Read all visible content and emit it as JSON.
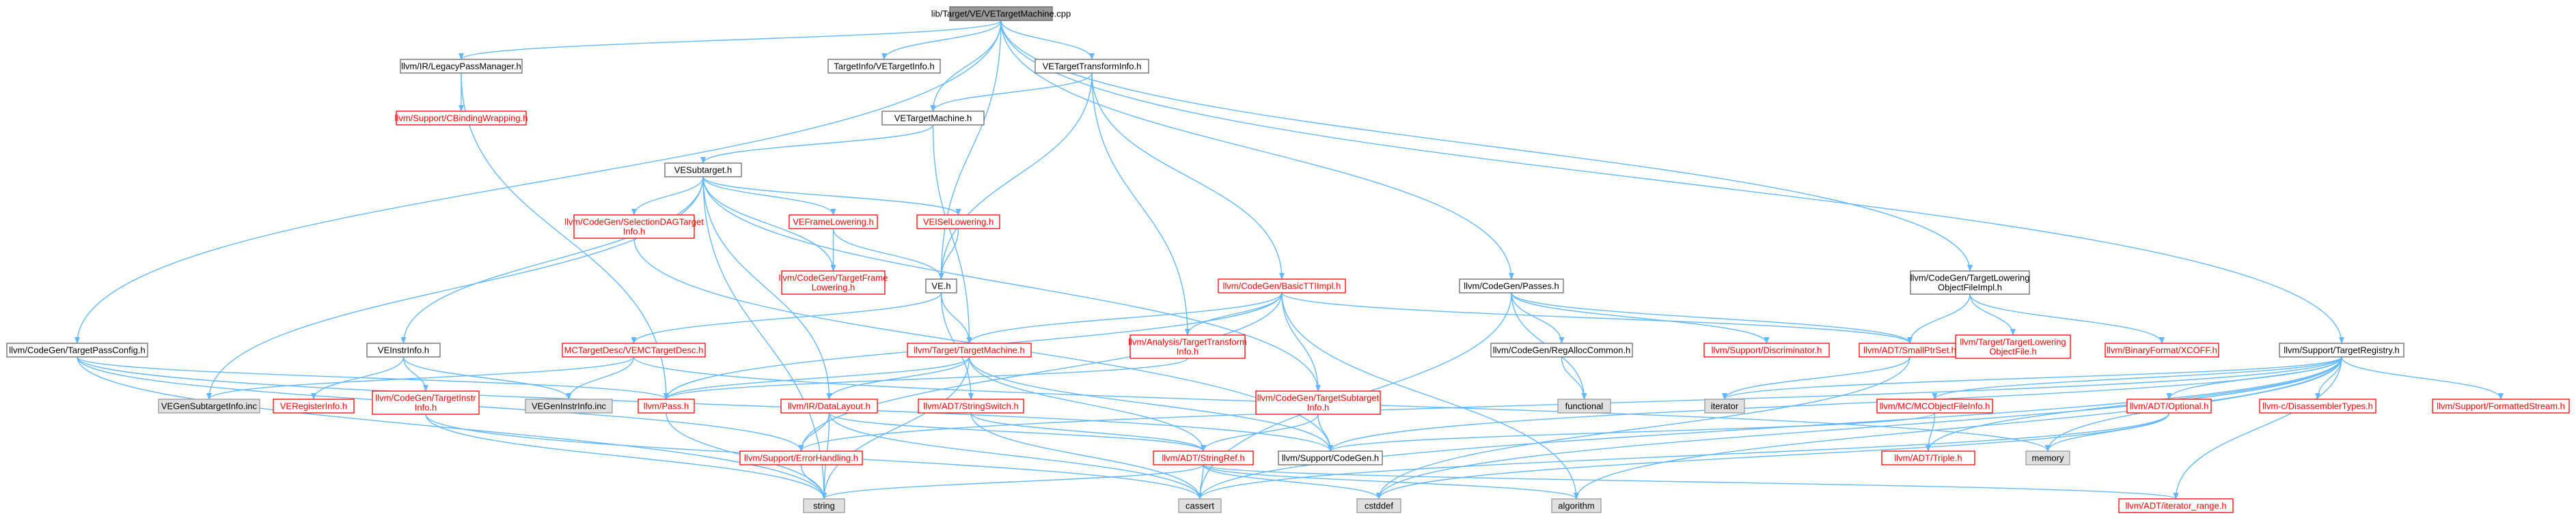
{
  "nodes": [
    {
      "id": "n0",
      "label": [
        "lib/Target/VE/VETargetMachine.cpp"
      ],
      "kind": "root"
    },
    {
      "id": "n1",
      "label": [
        "llvm/IR/LegacyPassManager.h"
      ],
      "kind": "normal"
    },
    {
      "id": "n2",
      "label": [
        "TargetInfo/VETargetInfo.h"
      ],
      "kind": "normal"
    },
    {
      "id": "n3",
      "label": [
        "VETargetTransformInfo.h"
      ],
      "kind": "normal"
    },
    {
      "id": "n4",
      "label": [
        "llvm/Support/CBindingWrapping.h"
      ],
      "kind": "red"
    },
    {
      "id": "n5",
      "label": [
        "VETargetMachine.h"
      ],
      "kind": "normal"
    },
    {
      "id": "n6",
      "label": [
        "VESubtarget.h"
      ],
      "kind": "normal"
    },
    {
      "id": "n7",
      "label": [
        "llvm/CodeGen/SelectionDAGTarget",
        "Info.h"
      ],
      "kind": "red"
    },
    {
      "id": "n8",
      "label": [
        "VEFrameLowering.h"
      ],
      "kind": "red"
    },
    {
      "id": "n9",
      "label": [
        "VEISelLowering.h"
      ],
      "kind": "red"
    },
    {
      "id": "n10",
      "label": [
        "llvm/CodeGen/TargetFrame",
        "Lowering.h"
      ],
      "kind": "red"
    },
    {
      "id": "n11",
      "label": [
        "VE.h"
      ],
      "kind": "normal"
    },
    {
      "id": "n12",
      "label": [
        "llvm/CodeGen/BasicTTIImpl.h"
      ],
      "kind": "red"
    },
    {
      "id": "n13",
      "label": [
        "llvm/Analysis/TargetTransform",
        "Info.h"
      ],
      "kind": "red"
    },
    {
      "id": "n14",
      "label": [
        "llvm/CodeGen/Passes.h"
      ],
      "kind": "normal"
    },
    {
      "id": "n15",
      "label": [
        "llvm/CodeGen/RegAllocCommon.h"
      ],
      "kind": "normal"
    },
    {
      "id": "n16",
      "label": [
        "llvm/Support/Discriminator.h"
      ],
      "kind": "red"
    },
    {
      "id": "n17",
      "label": [
        "llvm/ADT/SmallPtrSet.h"
      ],
      "kind": "red"
    },
    {
      "id": "n18",
      "label": [
        "llvm/CodeGen/TargetLowering",
        "ObjectFileImpl.h"
      ],
      "kind": "normal"
    },
    {
      "id": "n19",
      "label": [
        "llvm/Target/TargetLowering",
        "ObjectFile.h"
      ],
      "kind": "red"
    },
    {
      "id": "n20",
      "label": [
        "llvm/BinaryFormat/XCOFF.h"
      ],
      "kind": "red"
    },
    {
      "id": "n21",
      "label": [
        "llvm/CodeGen/TargetPassConfig.h"
      ],
      "kind": "normal"
    },
    {
      "id": "n22",
      "label": [
        "VEInstrInfo.h"
      ],
      "kind": "normal"
    },
    {
      "id": "n23",
      "label": [
        "MCTargetDesc/VEMCTargetDesc.h"
      ],
      "kind": "red"
    },
    {
      "id": "n24",
      "label": [
        "llvm/Target/TargetMachine.h"
      ],
      "kind": "red"
    },
    {
      "id": "n25",
      "label": [
        "VEGenSubtargetInfo.inc"
      ],
      "kind": "sys"
    },
    {
      "id": "n26",
      "label": [
        "VERegisterInfo.h"
      ],
      "kind": "red"
    },
    {
      "id": "n27",
      "label": [
        "llvm/CodeGen/TargetInstr",
        "Info.h"
      ],
      "kind": "red"
    },
    {
      "id": "n28",
      "label": [
        "VEGenInstrInfo.inc"
      ],
      "kind": "sys"
    },
    {
      "id": "n29",
      "label": [
        "llvm/Pass.h"
      ],
      "kind": "red"
    },
    {
      "id": "n30",
      "label": [
        "llvm/IR/DataLayout.h"
      ],
      "kind": "red"
    },
    {
      "id": "n31",
      "label": [
        "llvm/ADT/StringSwitch.h"
      ],
      "kind": "red"
    },
    {
      "id": "n32",
      "label": [
        "llvm/CodeGen/TargetSubtarget",
        "Info.h"
      ],
      "kind": "red"
    },
    {
      "id": "n33",
      "label": [
        "llvm/Support/ErrorHandling.h"
      ],
      "kind": "red"
    },
    {
      "id": "n34",
      "label": [
        "llvm/ADT/StringRef.h"
      ],
      "kind": "red"
    },
    {
      "id": "n35",
      "label": [
        "llvm/Support/CodeGen.h"
      ],
      "kind": "normal"
    },
    {
      "id": "n36",
      "label": [
        "functional"
      ],
      "kind": "sys"
    },
    {
      "id": "n37",
      "label": [
        "iterator"
      ],
      "kind": "sys"
    },
    {
      "id": "n38",
      "label": [
        "llvm/Support/TargetRegistry.h"
      ],
      "kind": "normal"
    },
    {
      "id": "n39",
      "label": [
        "llvm/MC/MCObjectFileInfo.h"
      ],
      "kind": "red"
    },
    {
      "id": "n40",
      "label": [
        "llvm/ADT/Optional.h"
      ],
      "kind": "red"
    },
    {
      "id": "n41",
      "label": [
        "llvm-c/DisassemblerTypes.h"
      ],
      "kind": "red"
    },
    {
      "id": "n42",
      "label": [
        "llvm/Support/FormattedStream.h"
      ],
      "kind": "red"
    },
    {
      "id": "n43",
      "label": [
        "llvm/ADT/Triple.h"
      ],
      "kind": "red"
    },
    {
      "id": "n44",
      "label": [
        "memory"
      ],
      "kind": "sys"
    },
    {
      "id": "n45",
      "label": [
        "string"
      ],
      "kind": "sys"
    },
    {
      "id": "n46",
      "label": [
        "cassert"
      ],
      "kind": "sys"
    },
    {
      "id": "n47",
      "label": [
        "cstddef"
      ],
      "kind": "sys"
    },
    {
      "id": "n48",
      "label": [
        "algorithm"
      ],
      "kind": "sys"
    },
    {
      "id": "n49",
      "label": [
        "llvm/ADT/iterator_range.h"
      ],
      "kind": "red"
    }
  ],
  "edges": [
    [
      "n0",
      "n1"
    ],
    [
      "n0",
      "n2"
    ],
    [
      "n0",
      "n3"
    ],
    [
      "n0",
      "n5"
    ],
    [
      "n0",
      "n11"
    ],
    [
      "n0",
      "n14"
    ],
    [
      "n0",
      "n18"
    ],
    [
      "n0",
      "n21"
    ],
    [
      "n0",
      "n38"
    ],
    [
      "n1",
      "n4"
    ],
    [
      "n1",
      "n29"
    ],
    [
      "n3",
      "n5"
    ],
    [
      "n3",
      "n11"
    ],
    [
      "n3",
      "n12"
    ],
    [
      "n3",
      "n13"
    ],
    [
      "n5",
      "n6"
    ],
    [
      "n5",
      "n24"
    ],
    [
      "n6",
      "n7"
    ],
    [
      "n6",
      "n8"
    ],
    [
      "n6",
      "n9"
    ],
    [
      "n6",
      "n10"
    ],
    [
      "n6",
      "n22"
    ],
    [
      "n6",
      "n25"
    ],
    [
      "n6",
      "n30"
    ],
    [
      "n6",
      "n32"
    ],
    [
      "n6",
      "n45"
    ],
    [
      "n7",
      "n35"
    ],
    [
      "n8",
      "n10"
    ],
    [
      "n8",
      "n11"
    ],
    [
      "n9",
      "n11"
    ],
    [
      "n11",
      "n23"
    ],
    [
      "n11",
      "n24"
    ],
    [
      "n11",
      "n31"
    ],
    [
      "n12",
      "n13"
    ],
    [
      "n12",
      "n17"
    ],
    [
      "n12",
      "n24"
    ],
    [
      "n12",
      "n29"
    ],
    [
      "n12",
      "n32"
    ],
    [
      "n12",
      "n33"
    ],
    [
      "n12",
      "n48"
    ],
    [
      "n13",
      "n29"
    ],
    [
      "n14",
      "n15"
    ],
    [
      "n14",
      "n16"
    ],
    [
      "n14",
      "n17"
    ],
    [
      "n14",
      "n36"
    ],
    [
      "n14",
      "n46"
    ],
    [
      "n15",
      "n36"
    ],
    [
      "n17",
      "n37"
    ],
    [
      "n17",
      "n47"
    ],
    [
      "n18",
      "n17"
    ],
    [
      "n18",
      "n19"
    ],
    [
      "n18",
      "n20"
    ],
    [
      "n21",
      "n29"
    ],
    [
      "n21",
      "n33"
    ],
    [
      "n21",
      "n45"
    ],
    [
      "n21",
      "n35"
    ],
    [
      "n22",
      "n26"
    ],
    [
      "n22",
      "n27"
    ],
    [
      "n22",
      "n28"
    ],
    [
      "n23",
      "n25"
    ],
    [
      "n23",
      "n28"
    ],
    [
      "n23",
      "n44"
    ],
    [
      "n24",
      "n29"
    ],
    [
      "n24",
      "n30"
    ],
    [
      "n24",
      "n34"
    ],
    [
      "n24",
      "n35"
    ],
    [
      "n24",
      "n45"
    ],
    [
      "n27",
      "n46"
    ],
    [
      "n27",
      "n45"
    ],
    [
      "n29",
      "n45"
    ],
    [
      "n30",
      "n33"
    ],
    [
      "n30",
      "n34"
    ],
    [
      "n30",
      "n45"
    ],
    [
      "n30",
      "n46"
    ],
    [
      "n31",
      "n34"
    ],
    [
      "n31",
      "n46"
    ],
    [
      "n32",
      "n34"
    ],
    [
      "n32",
      "n35"
    ],
    [
      "n33",
      "n45"
    ],
    [
      "n34",
      "n45"
    ],
    [
      "n34",
      "n46"
    ],
    [
      "n34",
      "n47"
    ],
    [
      "n34",
      "n48"
    ],
    [
      "n34",
      "n49"
    ],
    [
      "n38",
      "n39"
    ],
    [
      "n38",
      "n40"
    ],
    [
      "n38",
      "n41"
    ],
    [
      "n38",
      "n42"
    ],
    [
      "n38",
      "n43"
    ],
    [
      "n38",
      "n44"
    ],
    [
      "n38",
      "n46"
    ],
    [
      "n38",
      "n47"
    ],
    [
      "n38",
      "n48"
    ],
    [
      "n38",
      "n49"
    ],
    [
      "n38",
      "n35"
    ],
    [
      "n38",
      "n33"
    ],
    [
      "n38",
      "n37"
    ],
    [
      "n39",
      "n43"
    ],
    [
      "n39",
      "n35"
    ],
    [
      "n40",
      "n44"
    ],
    [
      "n40",
      "n46"
    ],
    [
      "n40",
      "n47"
    ]
  ]
}
